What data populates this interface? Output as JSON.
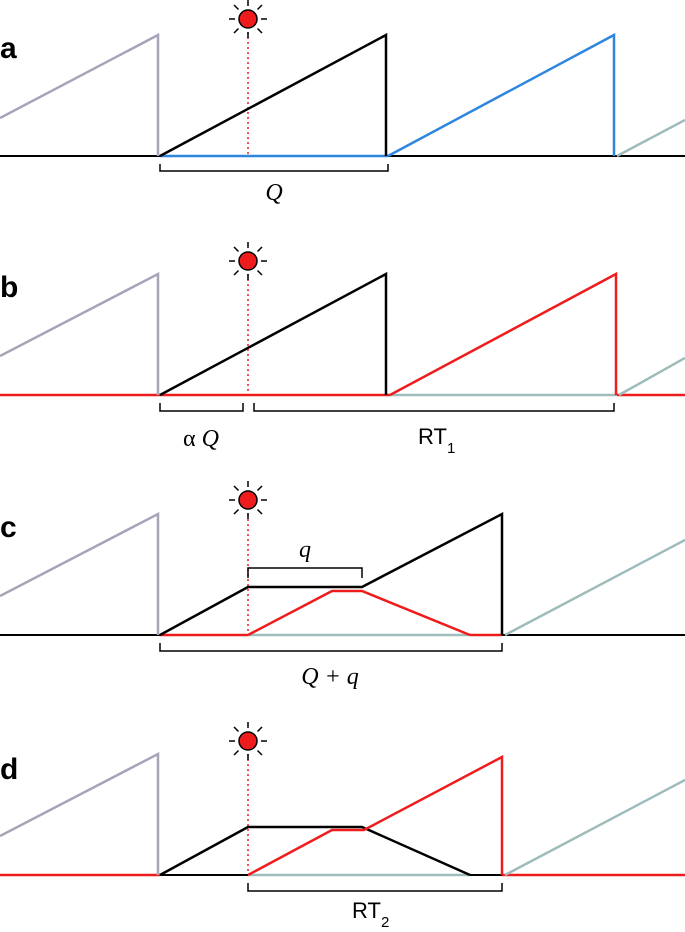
{
  "colors": {
    "gray": "#a8a3b8",
    "black": "#000000",
    "blue": "#2e86de",
    "teal": "#9fbcbc",
    "red": "#ee1c1c"
  },
  "icons": {
    "stimulus": "flash-bulb-icon"
  },
  "panels": [
    {
      "label": "a",
      "brackets": [
        {
          "text": "Q"
        }
      ]
    },
    {
      "label": "b",
      "brackets": [
        {
          "text_alpha": "α",
          "text": "Q"
        },
        {
          "text": "RT",
          "sub": "1"
        }
      ]
    },
    {
      "label": "c",
      "brackets": [
        {
          "text": "q"
        },
        {
          "text": "Q + q"
        }
      ]
    },
    {
      "label": "d",
      "brackets": [
        {
          "text": "RT",
          "sub": "2"
        }
      ]
    }
  ]
}
